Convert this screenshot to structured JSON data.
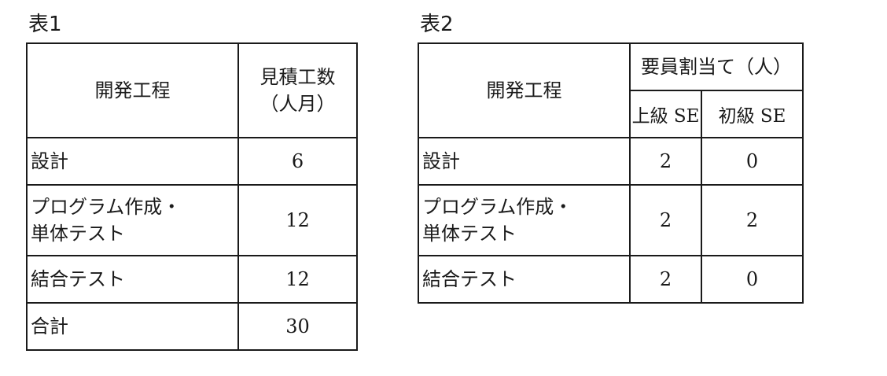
{
  "table1": {
    "caption": "表1",
    "headers": {
      "process": "開発工程",
      "effort_line1": "見積工数",
      "effort_line2": "（人月）"
    },
    "rows": [
      {
        "process_line1": "設計",
        "process_line2": "",
        "effort": "6"
      },
      {
        "process_line1": "プログラム作成・",
        "process_line2": "単体テスト",
        "effort": "12"
      },
      {
        "process_line1": "結合テスト",
        "process_line2": "",
        "effort": "12"
      },
      {
        "process_line1": "合計",
        "process_line2": "",
        "effort": "30"
      }
    ]
  },
  "table2": {
    "caption": "表2",
    "headers": {
      "process": "開発工程",
      "allocation": "要員割当て（人）",
      "senior_prefix": "上級",
      "senior_suffix": "SE",
      "junior_prefix": "初級",
      "junior_suffix": "SE"
    },
    "rows": [
      {
        "process_line1": "設計",
        "process_line2": "",
        "senior": "2",
        "junior": "0"
      },
      {
        "process_line1": "プログラム作成・",
        "process_line2": "単体テスト",
        "senior": "2",
        "junior": "2"
      },
      {
        "process_line1": "結合テスト",
        "process_line2": "",
        "senior": "2",
        "junior": "0"
      }
    ]
  }
}
